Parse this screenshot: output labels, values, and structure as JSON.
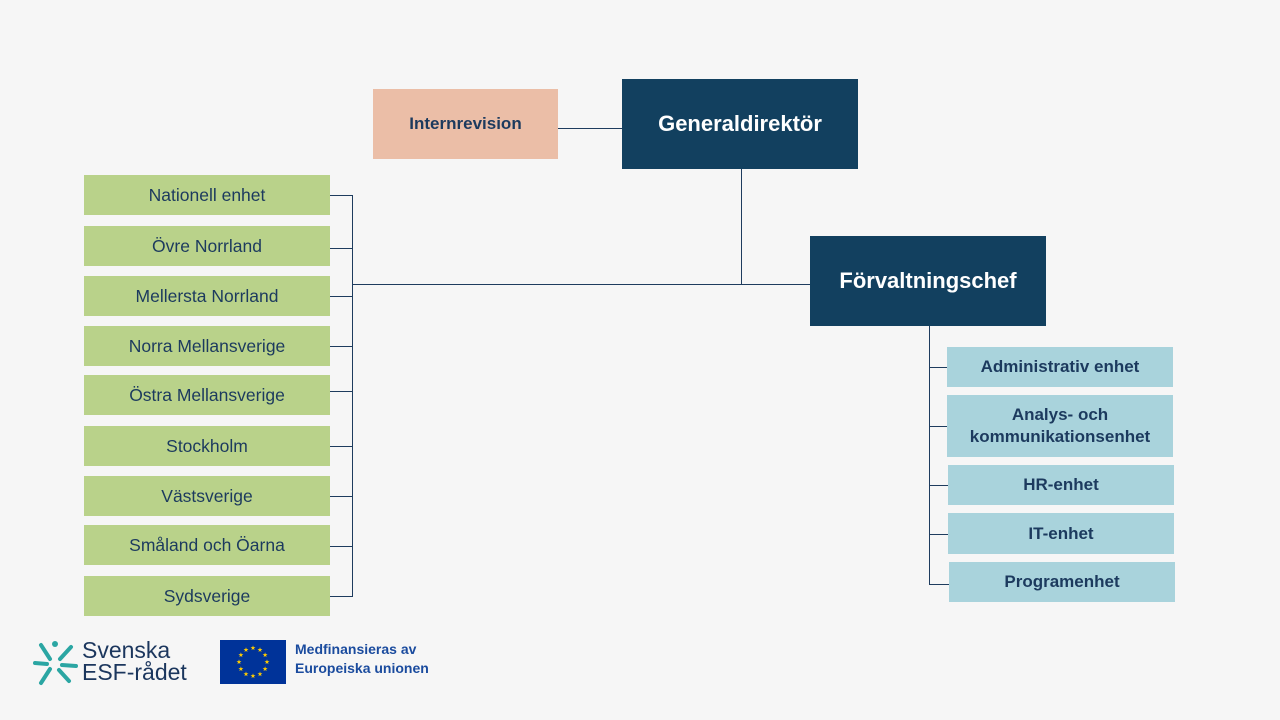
{
  "colors": {
    "background": "#f6f6f6",
    "executive": "#12405f",
    "internal_audit": "#ebbea7",
    "regional_unit": "#b9d28a",
    "central_unit": "#a9d3dc",
    "text_dark": "#1c3a5e",
    "connector": "#1e3c5e",
    "esf_teal": "#2ba6a3",
    "eu_blue": "#003399",
    "eu_yellow": "#ffcc00"
  },
  "top": {
    "internal_audit": "Internrevision",
    "director_general": "Generaldirektör",
    "administrative_director": "Förvaltningschef"
  },
  "regional_units": [
    "Nationell enhet",
    "Övre Norrland",
    "Mellersta Norrland",
    "Norra Mellansverige",
    "Östra Mellansverige",
    "Stockholm",
    "Västsverige",
    "Småland och Öarna",
    "Sydsverige"
  ],
  "central_units": [
    "Administrativ enhet",
    "Analys- och kommunikationsenhet",
    "HR-enhet",
    "IT-enhet",
    "Programenhet"
  ],
  "logos": {
    "esf": {
      "icon": "esf-star-icon",
      "line1": "Svenska",
      "line2": "ESF-rådet"
    },
    "eu": {
      "icon": "eu-flag-icon",
      "line1": "Medfinansieras av",
      "line2": "Europeiska unionen"
    }
  }
}
